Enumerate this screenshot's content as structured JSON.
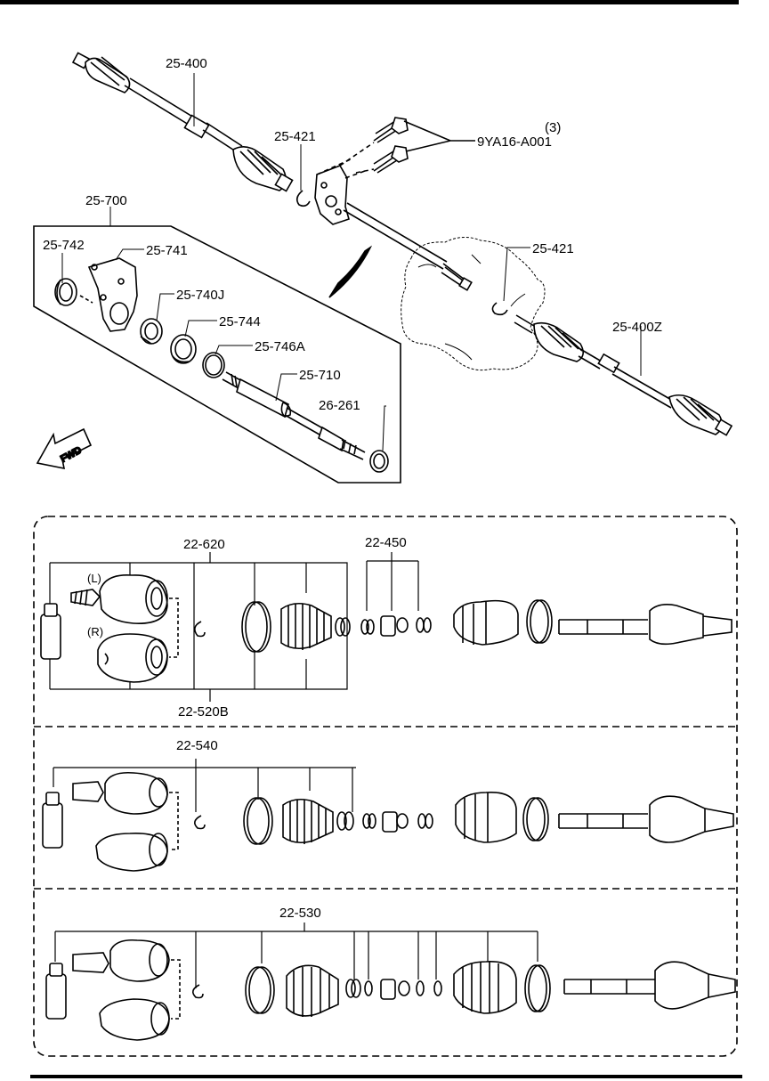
{
  "labels": {
    "p25_400": "25-400",
    "p25_421_a": "25-421",
    "bolt_qty": "(3)",
    "bolt": "9YA16-A001",
    "p25_700": "25-700",
    "p25_742": "25-742",
    "p25_741": "25-741",
    "p25_740j": "25-740J",
    "p25_744": "25-744",
    "p25_746a": "25-746A",
    "p25_710": "25-710",
    "p26_261": "26-261",
    "p25_421_b": "25-421",
    "p25_400z": "25-400Z",
    "fwd": "FWD",
    "p22_620": "22-620",
    "p22_450": "22-450",
    "left": "(L)",
    "right": "(R)",
    "p22_520b": "22-520B",
    "p22_540": "22-540",
    "p22_530": "22-530"
  }
}
